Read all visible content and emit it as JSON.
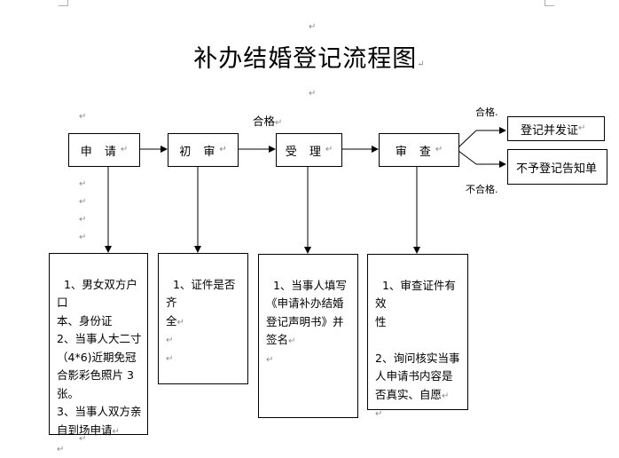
{
  "title": "补办结婚登记流程图",
  "stages": [
    "申 请",
    "初 审",
    "受 理",
    "审 查"
  ],
  "pass_label_top": "合格",
  "pass_label_branch": "合格.",
  "fail_label_branch": "不合格.",
  "results": {
    "issue": "登记并发证",
    "deny": "不予登记告知单"
  },
  "descriptions": [
    "1、男女双方户口\n本、身份证\n2、当事人大二寸\n（4*6)近期免冠\n合影彩色照片 3\n张。\n3、当事人双方亲\n自到场申请",
    "1、证件是否齐\n全",
    "1、当事人填写\n《申请补办结婚\n登记声明书》并\n签名",
    "1、审查证件有效\n性\n\n2、询问核实当事\n人申请书内容是\n否真实、自愿"
  ],
  "colors": {
    "line": "#000000",
    "mark": "#8a8a8a"
  }
}
